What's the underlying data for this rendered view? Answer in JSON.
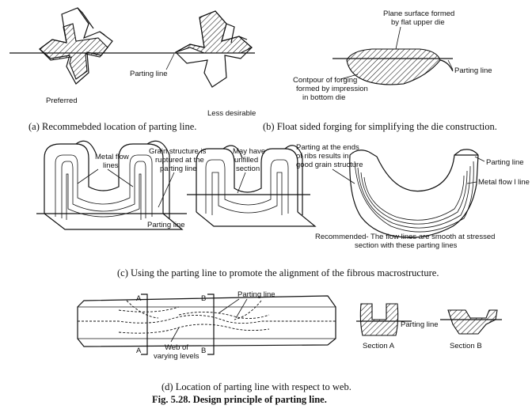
{
  "panel_a": {
    "preferred": "Preferred",
    "less_desirable": "Less desirable",
    "parting_line": "Parting line",
    "caption": "(a) Recommebded location of parting line."
  },
  "panel_b": {
    "plane_surface_1": "Plane surface formed",
    "plane_surface_2": "by flat upper die",
    "parting_line": "Parting line",
    "contour_1": "Contpour of forging",
    "contour_2": "formed by impression",
    "contour_3": "in bottom die",
    "caption": "(b) Float sided forging for simplifying the die construction."
  },
  "panel_c": {
    "metal_flow_1": "Metal flow",
    "metal_flow_2": "lines",
    "grain_1": "Grain structure is",
    "grain_2": "ruptured at the",
    "grain_3": "parting line",
    "unfilled_1": "May have",
    "unfilled_2": "unfilled",
    "unfilled_3": "section",
    "ends_1": "Parting at the ends",
    "ends_2": "of ribs results in",
    "ends_3": "good grain structure",
    "parting_line_left": "Parting line",
    "parting_line_right": "Parting line",
    "metal_flow_right": "Metal flow l line",
    "recommended_1": "Recommended- The flow lines are smooth at stressed",
    "recommended_2": "section with these parting lines",
    "caption": "(c) Using the parting line to promote the alignment of the fibrous macrostructure."
  },
  "panel_d": {
    "a_top": "A",
    "b_top": "B",
    "a_bottom": "A",
    "b_bottom": "B",
    "parting_line": "Parting line",
    "web_1": "Web of",
    "web_2": "varying levels",
    "parting_line_small": "Parting line",
    "section_a": "Section A",
    "section_b": "Section B",
    "caption": "(d) Location of parting line with respect to web."
  },
  "figure_title": "Fig. 5.28. Design principle of parting line."
}
